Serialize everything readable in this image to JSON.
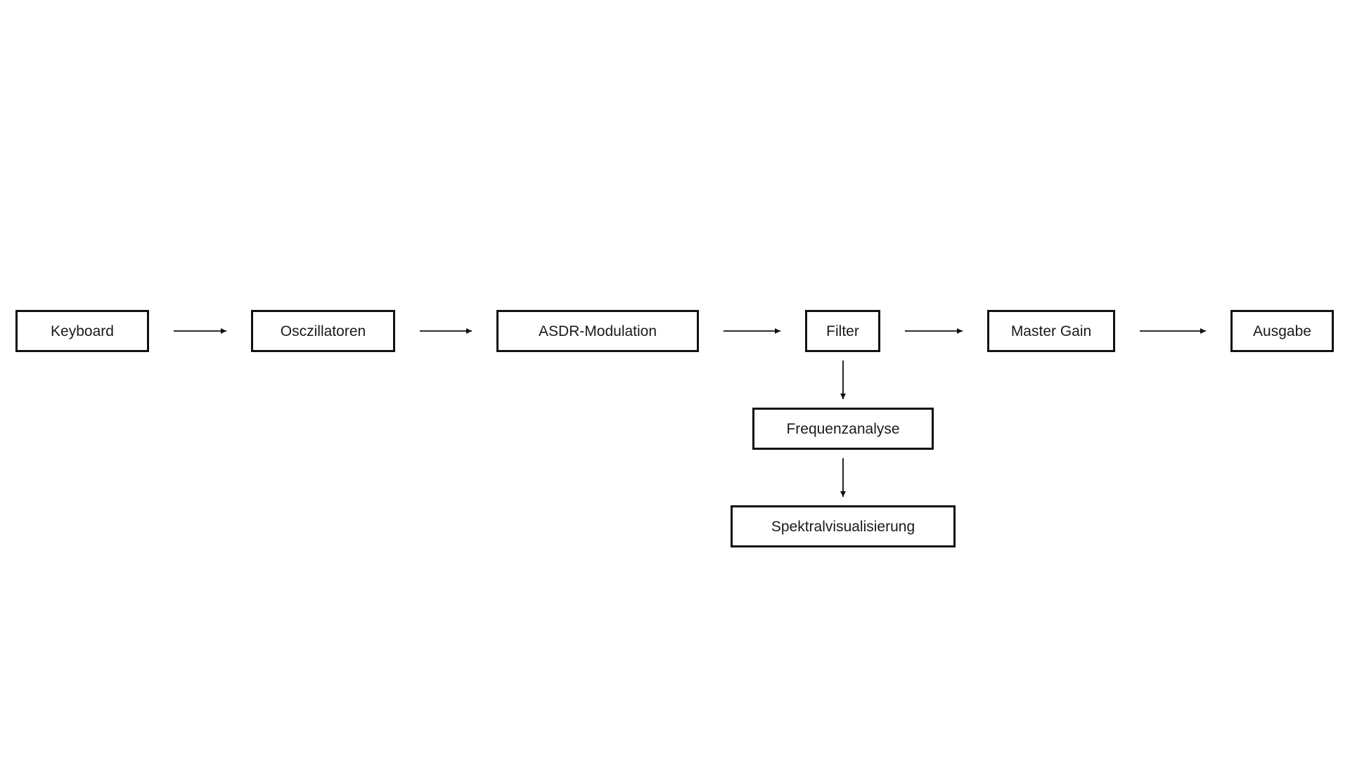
{
  "diagram": {
    "nodes": {
      "keyboard": {
        "label": "Keyboard"
      },
      "oscillators": {
        "label": "Osczillatoren"
      },
      "adsr": {
        "label": "ASDR-Modulation"
      },
      "filter": {
        "label": "Filter"
      },
      "master_gain": {
        "label": "Master Gain"
      },
      "output": {
        "label": "Ausgabe"
      },
      "freq_analysis": {
        "label": "Frequenzanalyse"
      },
      "spectral_viz": {
        "label": "Spektralvisualisierung"
      }
    },
    "edges": [
      {
        "from": "keyboard",
        "to": "oscillators"
      },
      {
        "from": "oscillators",
        "to": "adsr"
      },
      {
        "from": "adsr",
        "to": "filter"
      },
      {
        "from": "filter",
        "to": "master_gain"
      },
      {
        "from": "master_gain",
        "to": "output"
      },
      {
        "from": "filter",
        "to": "freq_analysis"
      },
      {
        "from": "freq_analysis",
        "to": "spectral_viz"
      }
    ],
    "colors": {
      "node_border": "#111111",
      "node_fill": "#ffffff",
      "edge": "#111111",
      "text": "#1a1a1a",
      "background": "#ffffff"
    }
  }
}
